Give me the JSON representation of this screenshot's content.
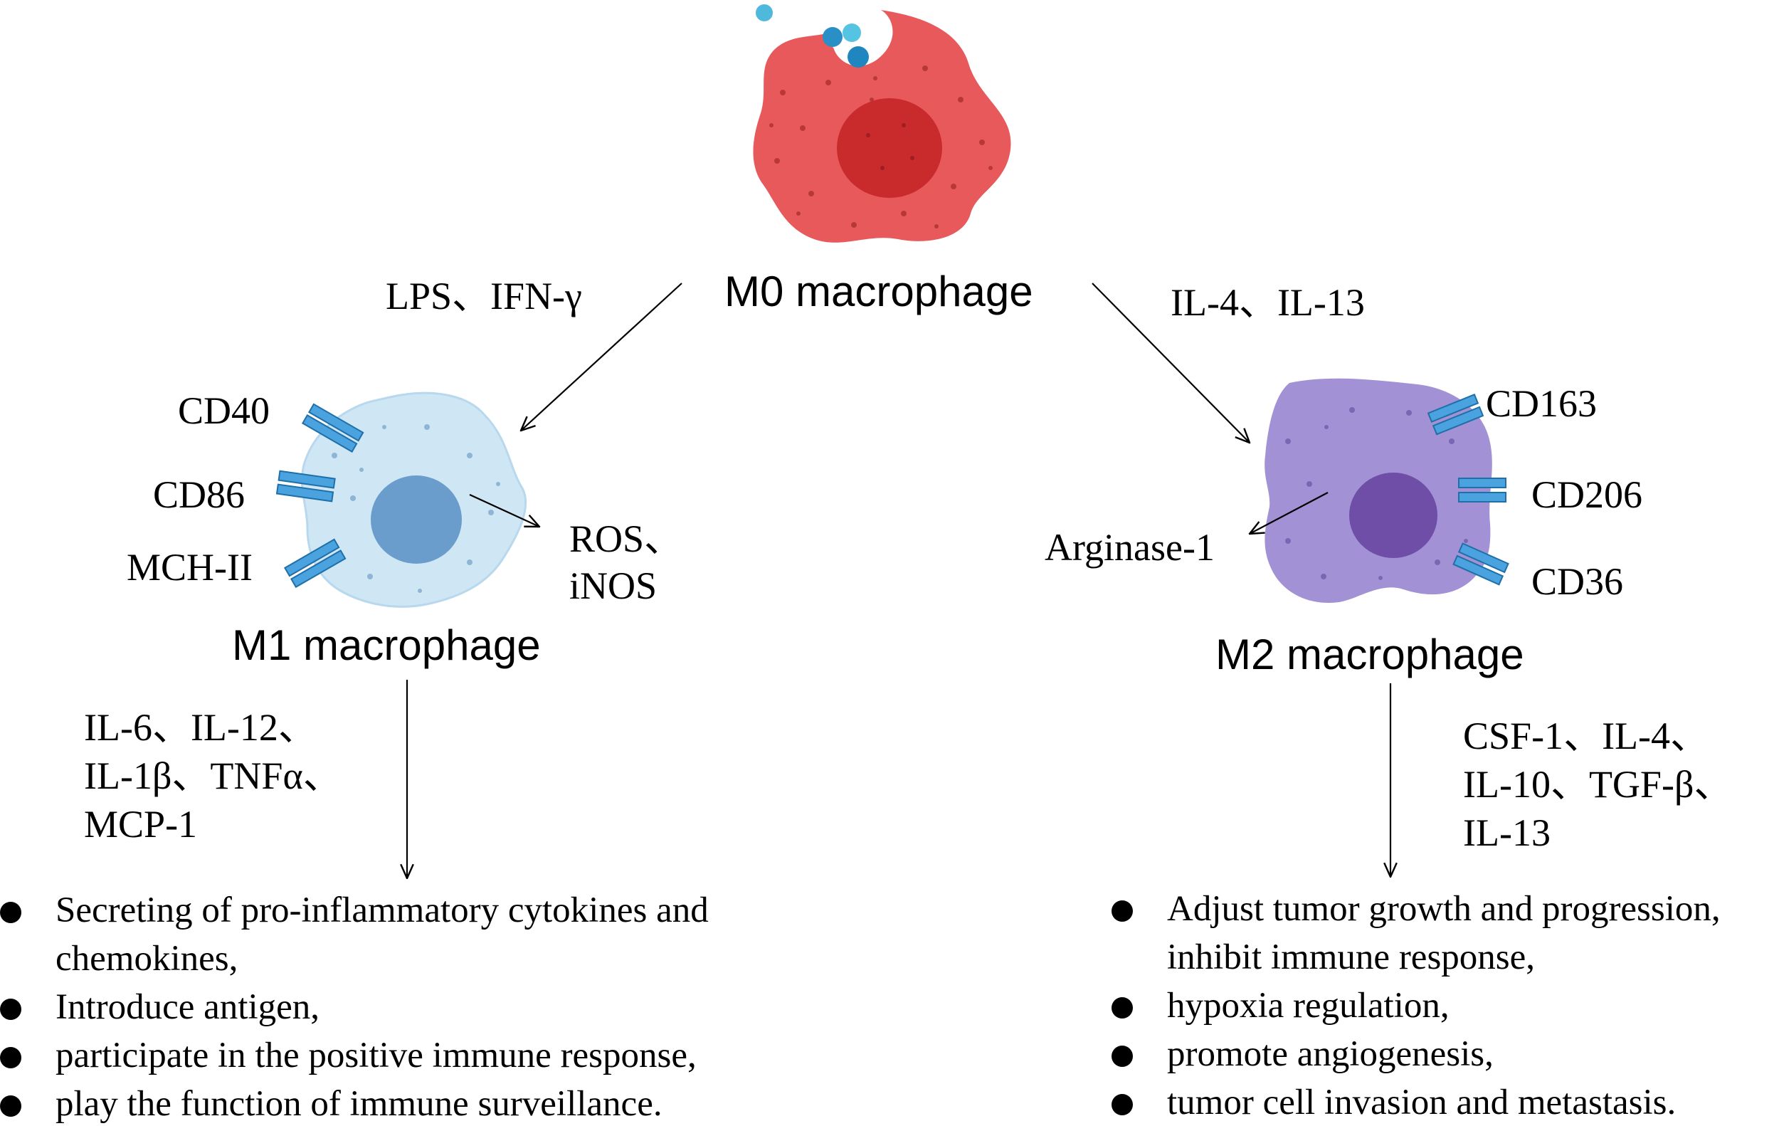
{
  "m0": {
    "title": "M0 macrophage",
    "stimuli": "LPS、IFN-γ"
  },
  "m2_stimuli": "IL-4、IL-13",
  "m1": {
    "title": "M1 macrophage",
    "markers": [
      "CD40",
      "CD86",
      "MCH-II"
    ],
    "products": [
      "ROS、",
      "iNOS"
    ],
    "cytokines": [
      "IL-6、IL-12、",
      "IL-1β、TNFα、",
      "MCP-1"
    ],
    "functions": [
      [
        "Secreting of pro-inflammatory cytokines and",
        "chemokines,"
      ],
      [
        "Introduce antigen,"
      ],
      [
        "participate in the positive immune response,"
      ],
      [
        "play the function of immune surveillance."
      ]
    ]
  },
  "m2": {
    "title": "M2 macrophage",
    "markers": [
      "CD163",
      "CD206",
      "CD36"
    ],
    "product": "Arginase-1",
    "cytokines": [
      "CSF-1、IL-4、",
      "IL-10、TGF-β、",
      "IL-13"
    ],
    "functions": [
      [
        "Adjust tumor growth and progression,",
        "inhibit immune response,"
      ],
      [
        "hypoxia regulation,"
      ],
      [
        "promote angiogenesis,"
      ],
      [
        "tumor cell invasion and metastasis."
      ]
    ]
  },
  "colors": {
    "m0_body": "#e8595b",
    "m0_nucleus": "#c92a2c",
    "m1_body": "#cfe6f5",
    "m1_nucleus": "#6a9dcc",
    "m2_body": "#a291d4",
    "m2_nucleus": "#6e4ea6",
    "receptor": "#4aa3df",
    "arrow": "#000000"
  }
}
